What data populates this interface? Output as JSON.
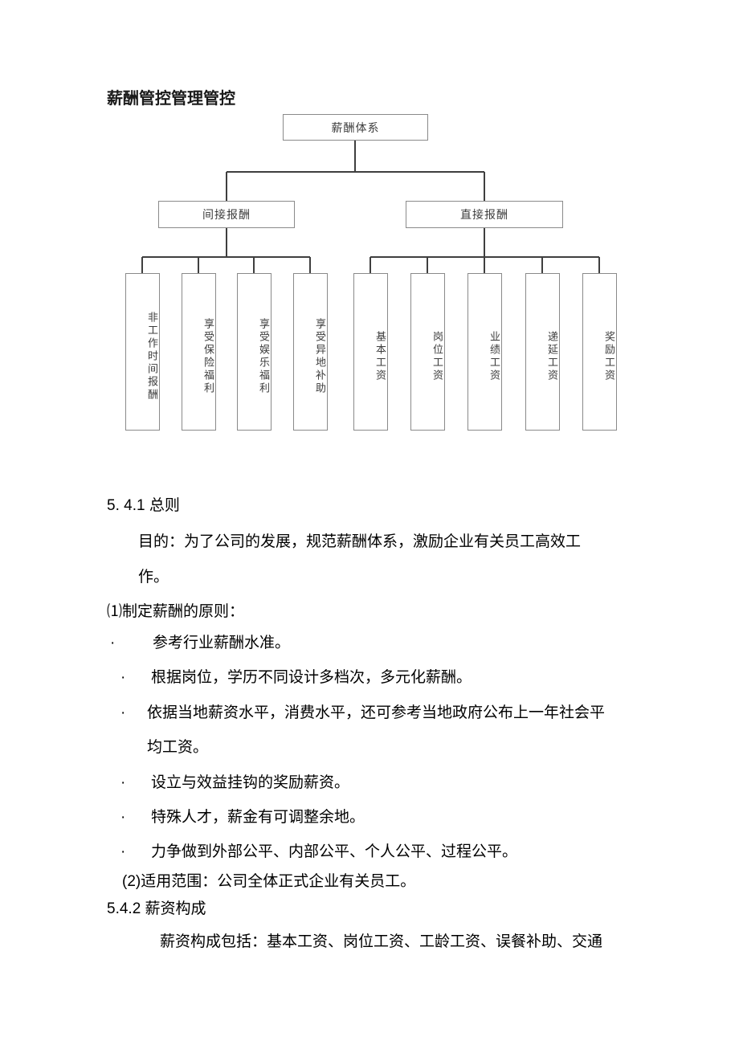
{
  "document": {
    "title": "薪酬管控管理管控"
  },
  "chart_data": {
    "type": "diagram",
    "title": "薪酬体系",
    "root": {
      "label": "薪酬体系"
    },
    "branches": [
      {
        "label": "间接报酬",
        "children": [
          "非工作时间报酬",
          "享受保险福利",
          "享受娱乐福利",
          "享受异地补助"
        ]
      },
      {
        "label": "直接报酬",
        "children": [
          "基本工资",
          "岗位工资",
          "业绩工资",
          "递延工资",
          "奖励工资"
        ]
      }
    ],
    "leaves": [
      "非工作时间报酬",
      "享受保险福利",
      "享受娱乐福利",
      "享受异地补助",
      "基本工资",
      "岗位工资",
      "业绩工资",
      "递延工资",
      "奖励工资"
    ]
  },
  "sections": {
    "s1": {
      "number": "5.",
      "heading": "5.  4.1 总则",
      "purpose_line1": "目的：为了公司的发展，规范薪酬体系，激励企业有关员工高效工",
      "purpose_line2": "作。",
      "principles_heading": "⑴制定薪酬的原则：",
      "bullets": [
        {
          "marker": "·",
          "text": "参考行业薪酬水准。"
        },
        {
          "marker": "·",
          "text": "根据岗位，学历不同设计多档次，多元化薪酬。"
        },
        {
          "marker": "·",
          "text": "依据当地薪资水平，消费水平，还可参考当地政府公布上一年社会平"
        },
        {
          "marker": "",
          "text": "均工资。"
        },
        {
          "marker": "·",
          "text": "设立与效益挂钩的奖励薪资。"
        },
        {
          "marker": "·",
          "text": "特殊人才，薪金有可调整余地。"
        },
        {
          "marker": "·",
          "text": "力争做到外部公平、内部公平、个人公平、过程公平。"
        }
      ],
      "scope": "(2)适用范围：公司全体正式企业有关员工。"
    },
    "s2": {
      "heading": "5.4.2 薪资构成",
      "body_line1": "薪资构成包括：基本工资、岗位工资、工龄工资、误餐补助、交通"
    }
  },
  "colors": {
    "text": "#000000",
    "box_border": "#8a8a8a",
    "box_text": "#3c3c3c",
    "connector": "#3f3f3f",
    "page_background": "#ffffff"
  }
}
